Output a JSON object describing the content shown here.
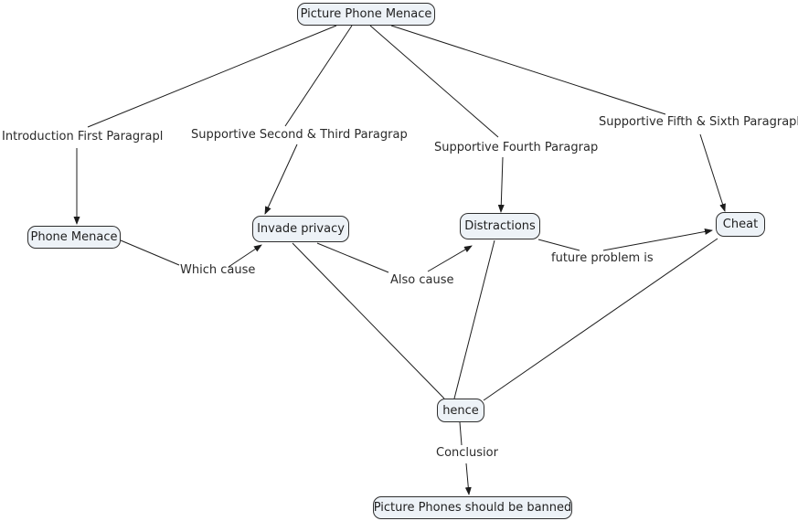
{
  "colors": {
    "background": "#ffffff",
    "node_fill": "#edf2f7",
    "node_border": "#2e2e2e",
    "line": "#1c1c1c",
    "text": "#1f1f1f"
  },
  "nodes": {
    "root": "Picture Phone Menace",
    "phone_menace": "Phone Menace",
    "invade_privacy": "Invade privacy",
    "distractions": "Distractions",
    "cheat": "Cheat",
    "hence": "hence",
    "banned": "Picture Phones should be banned"
  },
  "edge_labels": {
    "intro": "Introduction First Paragrapl",
    "second_third": "Supportive Second & Third Paragrap",
    "fourth": "Supportive Fourth Paragrap",
    "fifth_sixth": "Supportive Fifth & Sixth Paragrapl",
    "which_cause": "Which cause",
    "also_cause": "Also cause",
    "future_problem": "future problem is",
    "conclusion": "Conclusior"
  },
  "edges": [
    {
      "from": "Picture Phone Menace",
      "to": "Phone Menace",
      "label": "Introduction First Paragrapl",
      "arrow": true
    },
    {
      "from": "Picture Phone Menace",
      "to": "Invade privacy",
      "label": "Supportive Second & Third Paragrap",
      "arrow": true
    },
    {
      "from": "Picture Phone Menace",
      "to": "Distractions",
      "label": "Supportive Fourth Paragrap",
      "arrow": true
    },
    {
      "from": "Picture Phone Menace",
      "to": "Cheat",
      "label": "Supportive Fifth & Sixth Paragrapl",
      "arrow": true
    },
    {
      "from": "Phone Menace",
      "to": "Invade privacy",
      "label": "Which cause",
      "arrow": true
    },
    {
      "from": "Invade privacy",
      "to": "Distractions",
      "label": "Also cause",
      "arrow": true
    },
    {
      "from": "Distractions",
      "to": "Cheat",
      "label": "future problem is",
      "arrow": true
    },
    {
      "from": "Invade privacy",
      "to": "hence",
      "label": "",
      "arrow": false
    },
    {
      "from": "Distractions",
      "to": "hence",
      "label": "",
      "arrow": false
    },
    {
      "from": "hence",
      "to": "Cheat",
      "label": "",
      "arrow": false
    },
    {
      "from": "hence",
      "to": "Picture Phones should be banned",
      "label": "Conclusior",
      "arrow": true
    }
  ]
}
